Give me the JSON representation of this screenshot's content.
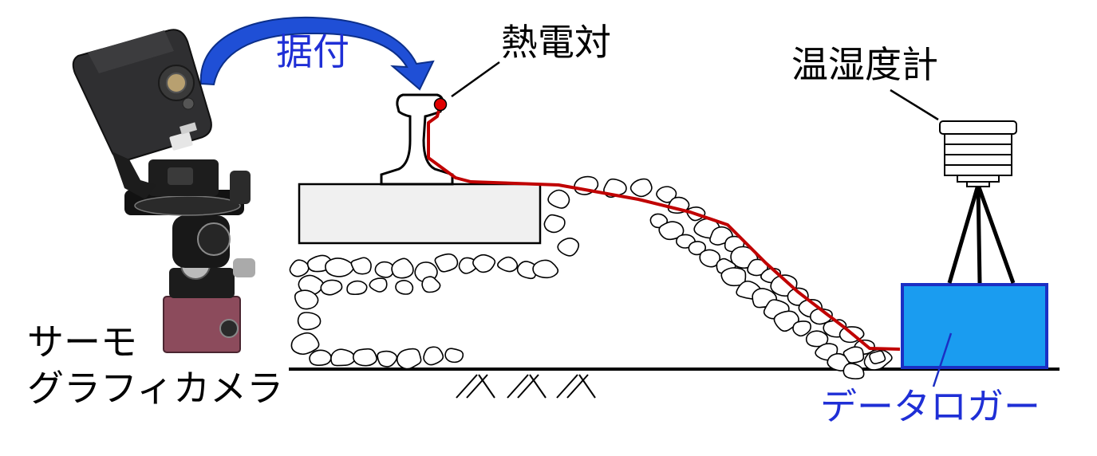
{
  "labels": {
    "install": "据付",
    "thermocouple": "熱電対",
    "hygrometer": "温湿度計",
    "camera_line1": "サーモ",
    "camera_line2": "グラフィカメラ",
    "logger": "データロガー"
  },
  "colors": {
    "install_arrow": "#1f4fd6",
    "install_text": "#1f2fd6",
    "logger_box": "#1a9cf0",
    "logger_border": "#1b2fc4",
    "logger_text": "#1f2fd6",
    "wire": "#c00000",
    "sensor_dot": "#e00000",
    "ink": "#000000",
    "sleeper_fill": "#f0f0f0"
  },
  "icons": {
    "camera": "thermal-camera-icon",
    "arrow": "curved-arrow-icon",
    "rail": "rail-profile-icon",
    "shield": "radiation-shield-icon"
  }
}
